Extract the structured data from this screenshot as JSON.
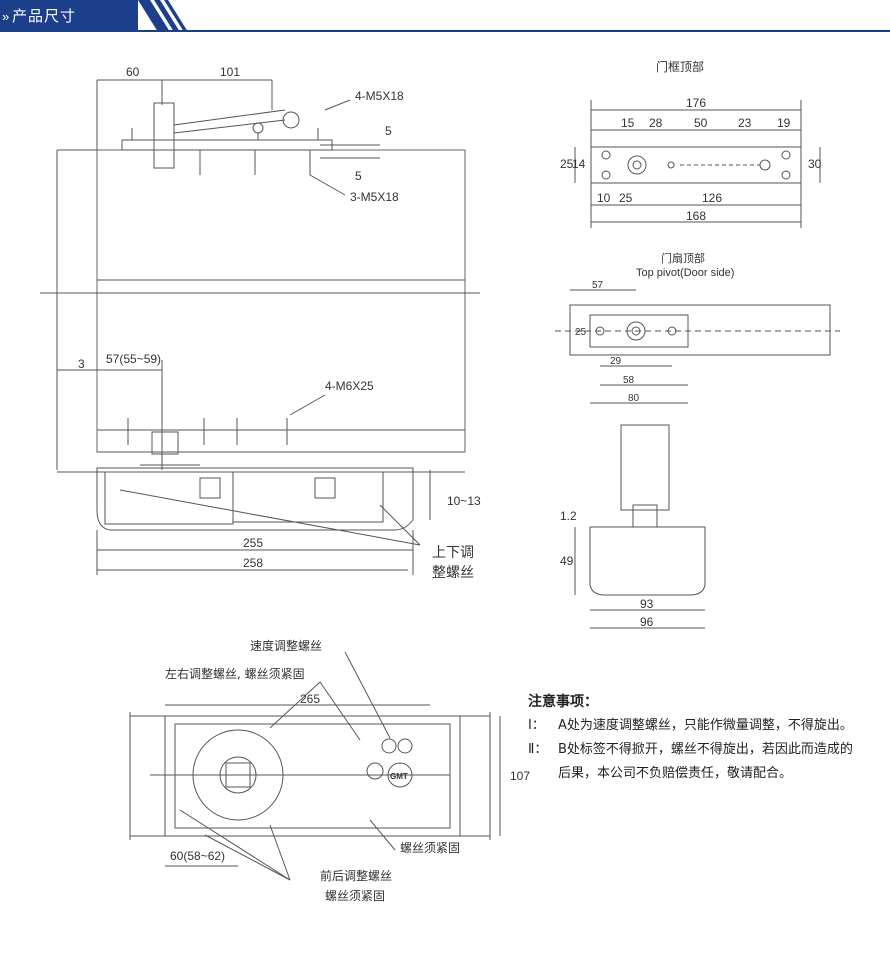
{
  "header": {
    "title": "产品尺寸"
  },
  "side_view": {
    "dims": {
      "d60": "60",
      "d101": "101",
      "d5a": "5",
      "d5b": "5",
      "d3": "3",
      "d57": "57(55~59)",
      "d1013": "10~13",
      "d255": "255",
      "d258": "258"
    },
    "labels": {
      "screw_top": "4-M5X18",
      "screw_bottom": "3-M5X18",
      "screw_m6": "4-M6X25",
      "adjust_line1": "上下调",
      "adjust_line2": "整螺丝"
    }
  },
  "frame_top": {
    "title": "门框顶部",
    "dims": {
      "d176": "176",
      "d15": "15",
      "d28": "28",
      "d50": "50",
      "d23": "23",
      "d19": "19",
      "d25": "25",
      "d14": "14",
      "d30": "30",
      "d10": "10",
      "d25b": "25",
      "d126": "126",
      "d168": "168"
    }
  },
  "door_top": {
    "title_cn": "门扇顶部",
    "title_en": "Top pivot(Door side)",
    "dims": {
      "d57": "57",
      "d25": "25",
      "d29": "29",
      "d58": "58",
      "d80": "80"
    }
  },
  "end_view": {
    "dims": {
      "d12": "1.2",
      "d49": "49",
      "d93": "93",
      "d96": "96"
    }
  },
  "plan_view": {
    "labels": {
      "speed": "速度调整螺丝",
      "lr": "左右调整螺丝, 螺丝须紧固",
      "fix": "螺丝须紧固",
      "fb1": "前后调整螺丝",
      "fb2": "螺丝须紧固",
      "brand": "GMT"
    },
    "dims": {
      "d265": "265",
      "d107": "107",
      "d60": "60(58~62)"
    }
  },
  "notes": {
    "title": "注意事项：",
    "items": [
      {
        "num": "Ⅰ：",
        "text": "A处为速度调整螺丝，只能作微量调整，不得旋出。"
      },
      {
        "num": "Ⅱ：",
        "text": "B处标签不得掀开，螺丝不得旋出，若因此而造成的后果，本公司不负赔偿责任，敬请配合。"
      }
    ]
  }
}
